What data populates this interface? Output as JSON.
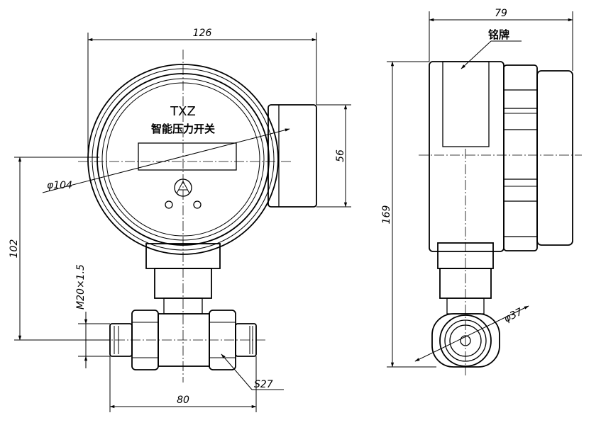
{
  "front_view": {
    "model": "TXZ",
    "device_name": "智能压力开关",
    "dims": {
      "width": "126",
      "diameter": "φ104",
      "box_height": "56",
      "center_height": "102",
      "thread": "M20×1.5",
      "fitting_length": "80",
      "wrench": "S27"
    }
  },
  "side_view": {
    "nameplate_label": "铭牌",
    "dims": {
      "depth": "79",
      "height": "169",
      "diameter": "φ37"
    }
  }
}
